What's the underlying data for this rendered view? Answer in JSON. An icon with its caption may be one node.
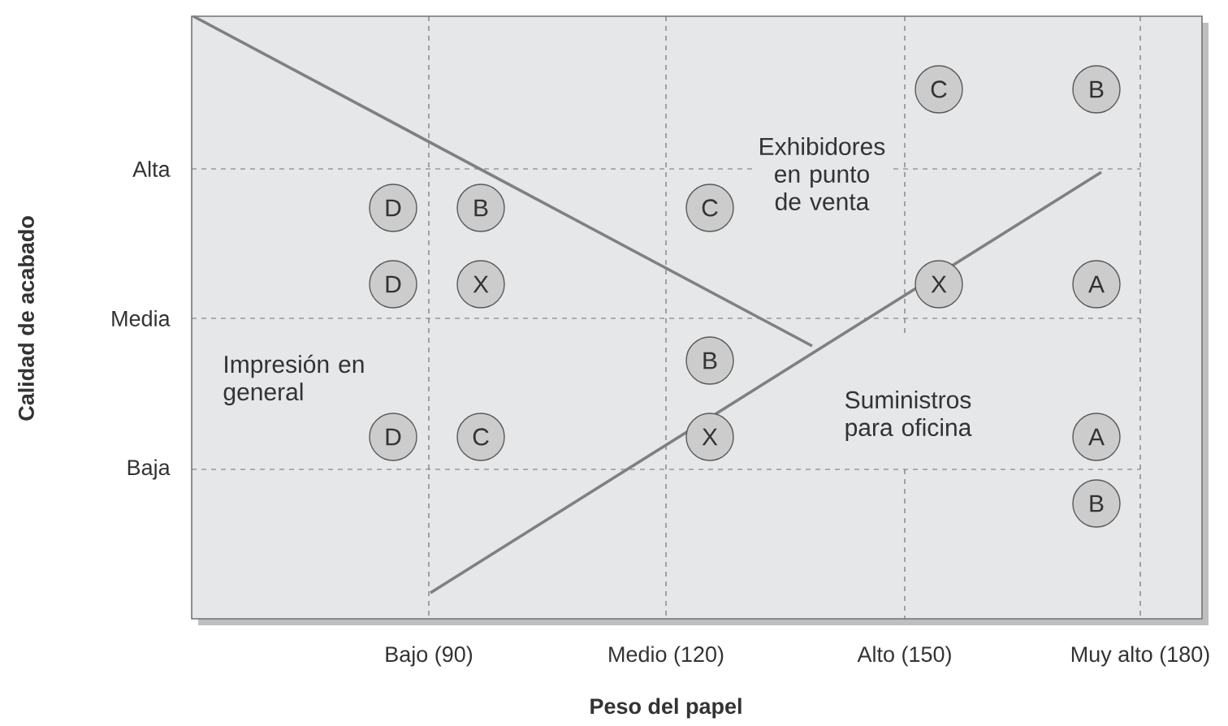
{
  "diagram": {
    "nodes": [
      {
        "text": [
          "C"
        ]
      },
      {
        "text": [
          "B"
        ]
      },
      {
        "text": [
          "D"
        ]
      },
      {
        "text": [
          "B"
        ]
      },
      {
        "text": [
          "C"
        ]
      },
      {
        "text": [
          "D"
        ]
      },
      {
        "text": [
          "X"
        ]
      },
      {
        "text": [
          "X"
        ]
      },
      {
        "text": [
          "A"
        ]
      },
      {
        "text": [
          "B"
        ]
      },
      {
        "text": [
          "D"
        ]
      },
      {
        "text": [
          "C"
        ]
      },
      {
        "text": [
          "X"
        ]
      },
      {
        "text": [
          "A"
        ]
      },
      {
        "text": [
          "B"
        ]
      }
    ],
    "labels": [
      "Exhibidores en punto de venta",
      "Alta",
      "Media",
      "Impresión en general",
      "Suministros para oficina",
      "Baja",
      "Bajo (90)",
      "Medio (120)",
      "Alto (150)",
      "Muy alto (180)",
      "Peso del papel",
      "Calidad de acabado"
    ]
  }
}
